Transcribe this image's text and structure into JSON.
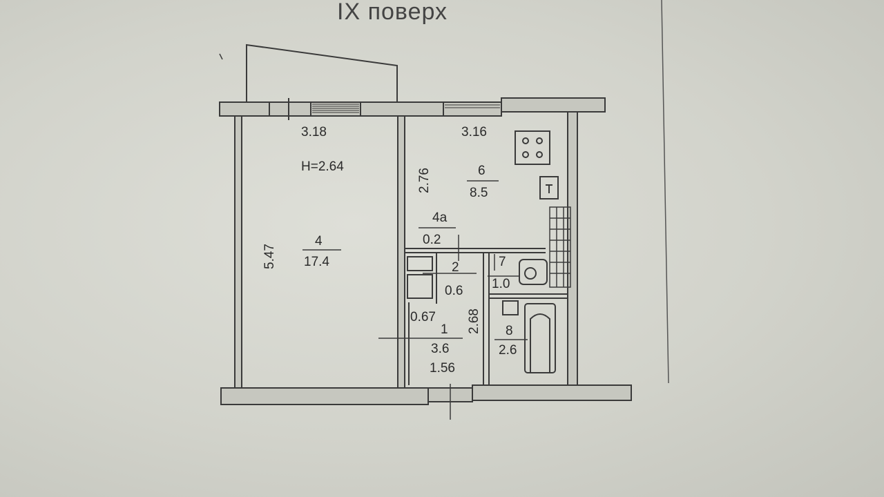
{
  "title": "IX поверх",
  "rooms": {
    "room4": {
      "number": "4",
      "area": "17.4",
      "width": "3.18",
      "length": "5.47",
      "height": "H=2.64"
    },
    "room6": {
      "number": "6",
      "area": "8.5",
      "width": "3.16",
      "length": "2.76"
    },
    "room4a": {
      "number": "4a",
      "area": "0.2"
    },
    "room2": {
      "number": "2",
      "area": "0.6",
      "dim": "0.67"
    },
    "room7": {
      "number": "7",
      "area": "1.0"
    },
    "room1": {
      "number": "1",
      "area": "3.6",
      "width": "1.56",
      "length": "2.68"
    },
    "room8": {
      "number": "8",
      "area": "2.6"
    }
  }
}
